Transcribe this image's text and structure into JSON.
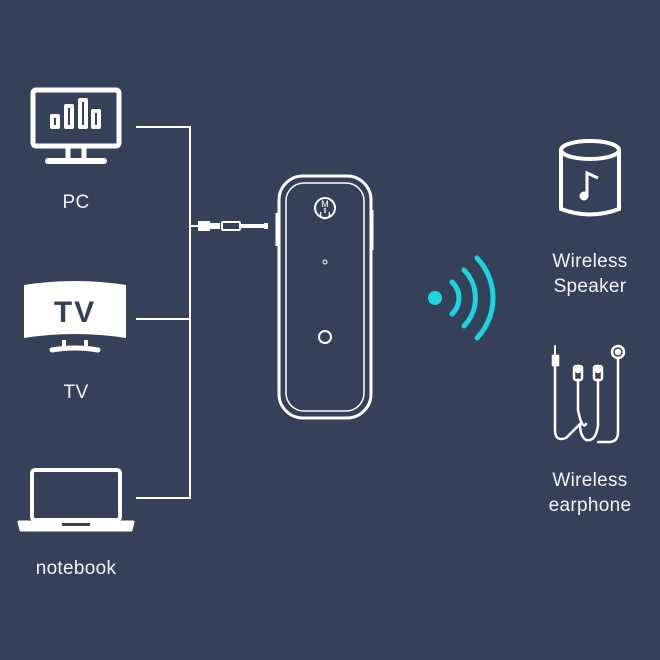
{
  "sources": [
    {
      "label": "PC",
      "icon": "monitor-bar-chart-icon"
    },
    {
      "label": "TV",
      "icon": "curved-tv-icon",
      "screen_text": "TV"
    },
    {
      "label": "notebook",
      "icon": "laptop-icon"
    }
  ],
  "device": {
    "icon": "bluetooth-adapter-icon",
    "button_mark": "M",
    "connector_icon": "aux-jack-icon"
  },
  "signal": {
    "icon": "wireless-signal-icon",
    "color": "#1ed3e0"
  },
  "outputs": [
    {
      "label_line1": "Wireless",
      "label_line2": "Speaker",
      "icon": "speaker-music-note-icon"
    },
    {
      "label_line1": "Wireless",
      "label_line2": "earphone",
      "icon": "earphones-icon"
    }
  ],
  "colors": {
    "background": "#354159",
    "line": "#ffffff",
    "accent": "#1ed3e0"
  }
}
